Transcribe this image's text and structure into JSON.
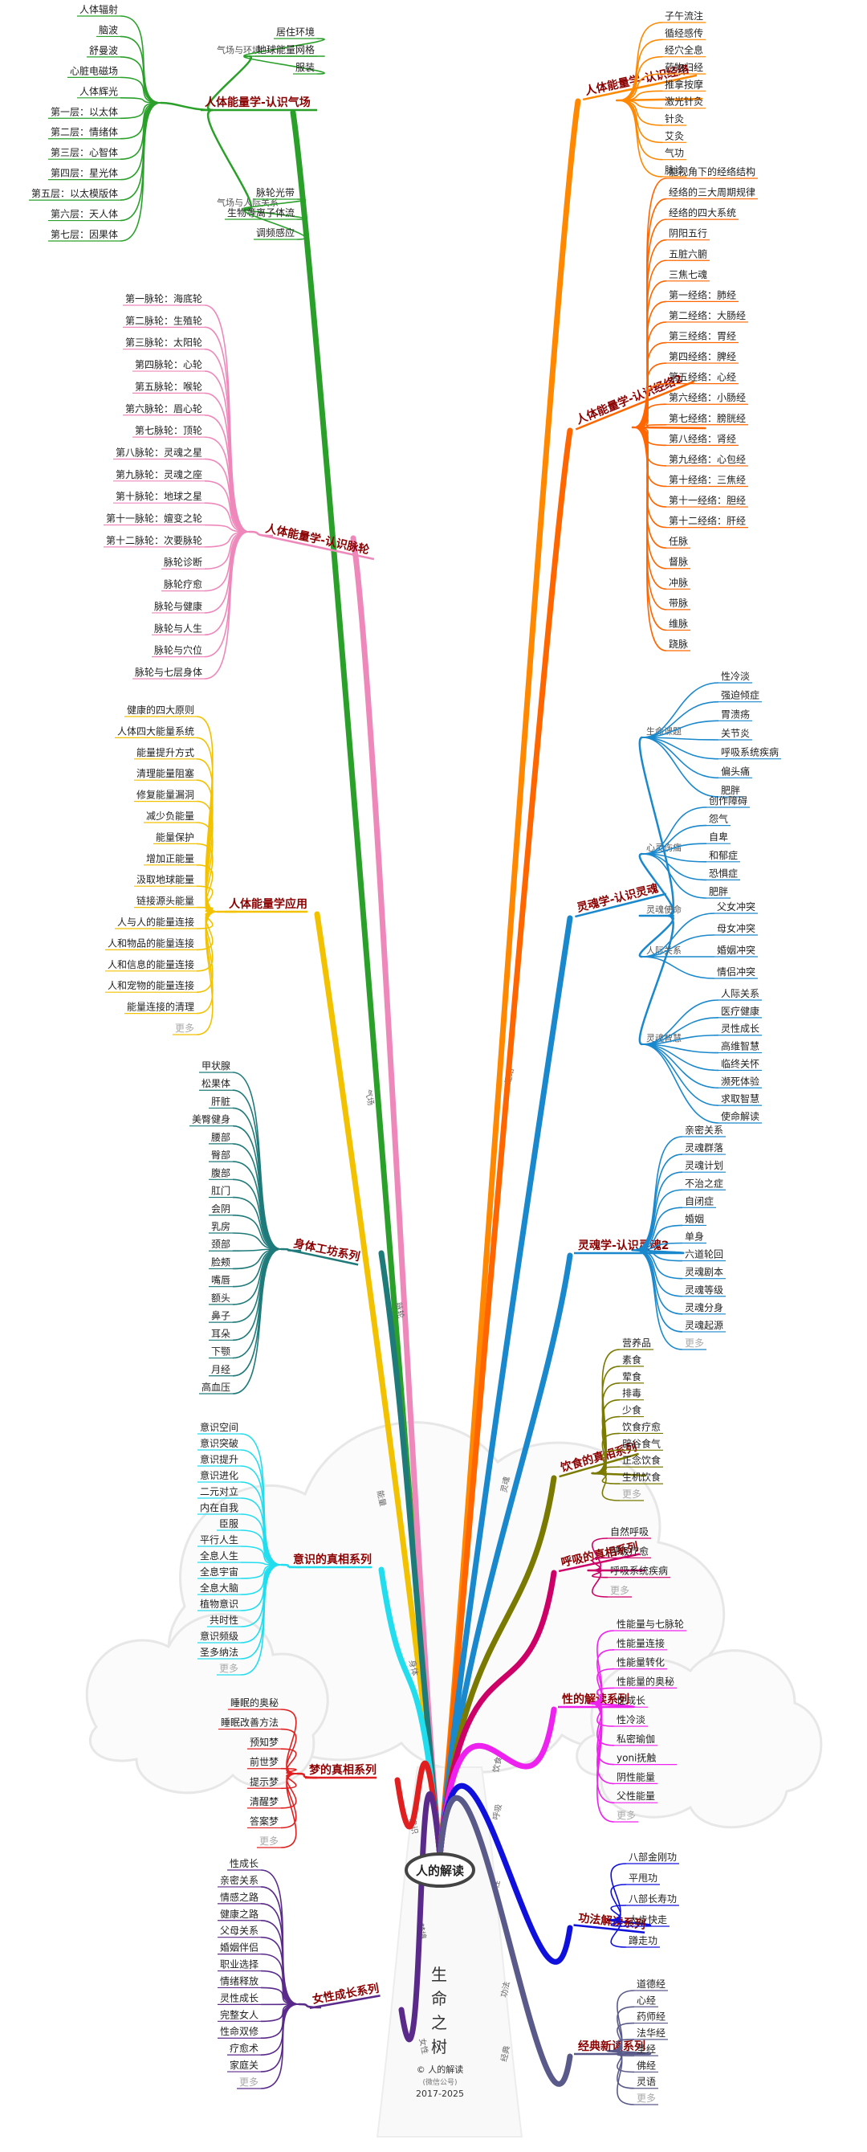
{
  "center": {
    "label": "人的解读"
  },
  "footer": {
    "tree_chars": [
      "生",
      "命",
      "之",
      "树"
    ],
    "copyright": "© 人的解读",
    "wechat": "(微信公号)",
    "years": "2017-2025"
  },
  "branches": [
    {
      "id": "qichang",
      "title": "人体能量学-认识气场",
      "link": "气场",
      "color": "#2aa02a",
      "groups": [
        {
          "label": "",
          "leaves": [
            "人体辐射",
            "脑波",
            "舒曼波",
            "心脏电磁场",
            "人体辉光",
            "第一层：以太体",
            "第二层：情绪体",
            "第三层：心智体",
            "第四层：星光体",
            "第五层：以太模版体",
            "第六层：天人体",
            "第七层：因果体"
          ]
        },
        {
          "label": "气场与环境",
          "leaves": [
            "居住环境",
            "地球能量网格",
            "服装"
          ]
        },
        {
          "label": "气场与人际关系",
          "leaves": [
            "脉轮光带",
            "生物等离子体流",
            "调频感应"
          ]
        }
      ]
    },
    {
      "id": "mailun",
      "title": "人体能量学-认识脉轮",
      "link": "脉轮",
      "color": "#ee88bb",
      "groups": [
        {
          "label": "",
          "leaves": [
            "第一脉轮：海底轮",
            "第二脉轮：生殖轮",
            "第三脉轮：太阳轮",
            "第四脉轮：心轮",
            "第五脉轮：喉轮",
            "第六脉轮：眉心轮",
            "第七脉轮：顶轮",
            "第八脉轮：灵魂之星",
            "第九脉轮：灵魂之座",
            "第十脉轮：地球之星",
            "第十一脉轮：嬗变之轮",
            "第十二脉轮：次要脉轮",
            "脉轮诊断",
            "脉轮疗愈",
            "脉轮与健康",
            "脉轮与人生",
            "脉轮与穴位",
            "脉轮与七层身体"
          ]
        }
      ]
    },
    {
      "id": "yingyong",
      "title": "人体能量学应用",
      "link": "能量",
      "color": "#f2c200",
      "groups": [
        {
          "label": "",
          "leaves": [
            "健康的四大原则",
            "人体四大能量系统",
            "能量提升方式",
            "清理能量阻塞",
            "修复能量漏洞",
            "减少负能量",
            "能量保护",
            "增加正能量",
            "汲取地球能量",
            "链接源头能量",
            "人与人的能量连接",
            "人和物品的能量连接",
            "人和信息的能量连接",
            "人和宠物的能量连接",
            "能量连接的清理",
            "更多"
          ]
        }
      ]
    },
    {
      "id": "gongfa",
      "title": "身体工坊系列",
      "link": "身体",
      "color": "#1f7a7a",
      "groups": [
        {
          "label": "",
          "leaves": [
            "甲状腺",
            "松果体",
            "肝脏",
            "美臀健身",
            "腰部",
            "臀部",
            "腹部",
            "肛门",
            "会阴",
            "乳房",
            "颈部",
            "脸颊",
            "嘴唇",
            "额头",
            "鼻子",
            "耳朵",
            "下颚",
            "月经",
            "高血压"
          ]
        }
      ]
    },
    {
      "id": "yishi",
      "title": "意识的真相系列",
      "link": "意识",
      "color": "#22ddee",
      "groups": [
        {
          "label": "",
          "leaves": [
            "意识空间",
            "意识突破",
            "意识提升",
            "意识进化",
            "二元对立",
            "内在自我",
            "臣服",
            "平行人生",
            "全息人生",
            "全息宇宙",
            "全息大脑",
            "植物意识",
            "共时性",
            "意识频级",
            "圣多纳法",
            "更多"
          ]
        }
      ]
    },
    {
      "id": "meng",
      "title": "梦的真相系列",
      "link": "梦境",
      "color": "#e02020",
      "groups": [
        {
          "label": "",
          "leaves": [
            "睡眠的奥秘",
            "睡眠改善方法",
            "预知梦",
            "前世梦",
            "提示梦",
            "清醒梦",
            "答案梦",
            "更多"
          ]
        }
      ]
    },
    {
      "id": "nvxing",
      "title": "女性成长系列",
      "link": "女性",
      "color": "#5a2a8a",
      "groups": [
        {
          "label": "",
          "leaves": [
            "性成长",
            "亲密关系",
            "情感之路",
            "健康之路",
            "父母关系",
            "婚姻伴侣",
            "职业选择",
            "情绪释放",
            "灵性成长",
            "完整女人",
            "性命双修",
            "疗愈术",
            "家庭关",
            "更多"
          ]
        }
      ]
    },
    {
      "id": "jingluo",
      "title": "人体能量学-认识经络",
      "link": "经络",
      "color": "#ff8800",
      "groups": [
        {
          "label": "",
          "leaves": [
            "子午流注",
            "循经感传",
            "经穴全息",
            "药物归经",
            "推拿按摩",
            "激光针灸",
            "针灸",
            "艾灸",
            "气功",
            "脉诊"
          ]
        }
      ]
    },
    {
      "id": "jingluo2",
      "title": "人体能量学-认识经络2",
      "link": "",
      "color": "#ff6600",
      "groups": [
        {
          "label": "",
          "leaves": [
            "能视角下的经络结构",
            "经络的三大周期规律",
            "经络的四大系统",
            "阴阳五行",
            "五脏六腑",
            "三焦七魂",
            "第一经络：肺经",
            "第二经络：大肠经",
            "第三经络：胃经",
            "第四经络：脾经",
            "第五经络：心经",
            "第六经络：小肠经",
            "第七经络：膀胱经",
            "第八经络：肾经",
            "第九经络：心包经",
            "第十经络：三焦经",
            "第十一经络：胆经",
            "第十二经络：肝经",
            "任脉",
            "督脉",
            "冲脉",
            "带脉",
            "维脉",
            "跷脉"
          ]
        }
      ]
    },
    {
      "id": "linghun",
      "title": "灵魂学-认识灵魂",
      "link": "灵魂",
      "color": "#1a88cc",
      "groups": [
        {
          "label": "生命课题",
          "leaves": [
            "性冷淡",
            "强迫倾症",
            "胃溃疡",
            "关节炎",
            "呼吸系统疾病",
            "偏头痛",
            "肥胖"
          ]
        },
        {
          "label": "心灵伤痛",
          "leaves": [
            "创作障碍",
            "怨气",
            "自卑",
            "和郁症",
            "恐惧症",
            "肥胖"
          ]
        },
        {
          "label": "灵魂使命",
          "leaves": []
        },
        {
          "label": "人际关系",
          "leaves": [
            "父女冲突",
            "母女冲突",
            "婚姻冲突",
            "情侣冲突"
          ]
        },
        {
          "label": "灵魂智慧",
          "leaves": [
            "人际关系",
            "医疗健康",
            "灵性成长",
            "高维智慧",
            "临终关怀",
            "濒死体验",
            "求取智慧",
            "使命解读"
          ]
        }
      ]
    },
    {
      "id": "linghun2",
      "title": "灵魂学-认识灵魂2",
      "link": "",
      "color": "#1a88cc",
      "groups": [
        {
          "label": "",
          "leaves": [
            "亲密关系",
            "灵魂群落",
            "灵魂计划",
            "不治之症",
            "自闭症",
            "婚姻",
            "单身",
            "六道轮回",
            "灵魂剧本",
            "灵魂等级",
            "灵魂分身",
            "灵魂起源",
            "更多"
          ]
        }
      ]
    },
    {
      "id": "yinshi",
      "title": "饮食的真相系列",
      "link": "饮食",
      "color": "#7a7a00",
      "groups": [
        {
          "label": "",
          "leaves": [
            "营养品",
            "素食",
            "荤食",
            "排毒",
            "少食",
            "饮食疗愈",
            "辟谷食气",
            "正念饮食",
            "生机饮食",
            "更多"
          ]
        }
      ]
    },
    {
      "id": "huxi",
      "title": "呼吸的真相系列",
      "link": "呼吸",
      "color": "#cc0066",
      "groups": [
        {
          "label": "",
          "leaves": [
            "自然呼吸",
            "呼吸疗愈",
            "呼吸系统疾病",
            "更多"
          ]
        }
      ]
    },
    {
      "id": "xing",
      "title": "性的解读系列",
      "link": "性",
      "color": "#ee22ee",
      "groups": [
        {
          "label": "",
          "leaves": [
            "性能量与七脉轮",
            "性能量连接",
            "性能量转化",
            "性能量的奥秘",
            "性成长",
            "性冷淡",
            "私密瑜伽",
            "yoni抚触",
            "阴性能量",
            "父性能量",
            "更多"
          ]
        }
      ]
    },
    {
      "id": "gongfa2",
      "title": "功法解读系列",
      "link": "功法",
      "color": "#1010dd",
      "groups": [
        {
          "label": "",
          "leaves": [
            "八部金刚功",
            "平甩功",
            "八部长寿功",
            "大步快走",
            "蹲走功"
          ]
        }
      ]
    },
    {
      "id": "jingdian",
      "title": "经典新读系列",
      "link": "经典",
      "color": "#5a5a8a",
      "groups": [
        {
          "label": "",
          "leaves": [
            "道德经",
            "心经",
            "药师经",
            "法华经",
            "圣经",
            "佛经",
            "灵语",
            "更多"
          ]
        }
      ]
    }
  ]
}
